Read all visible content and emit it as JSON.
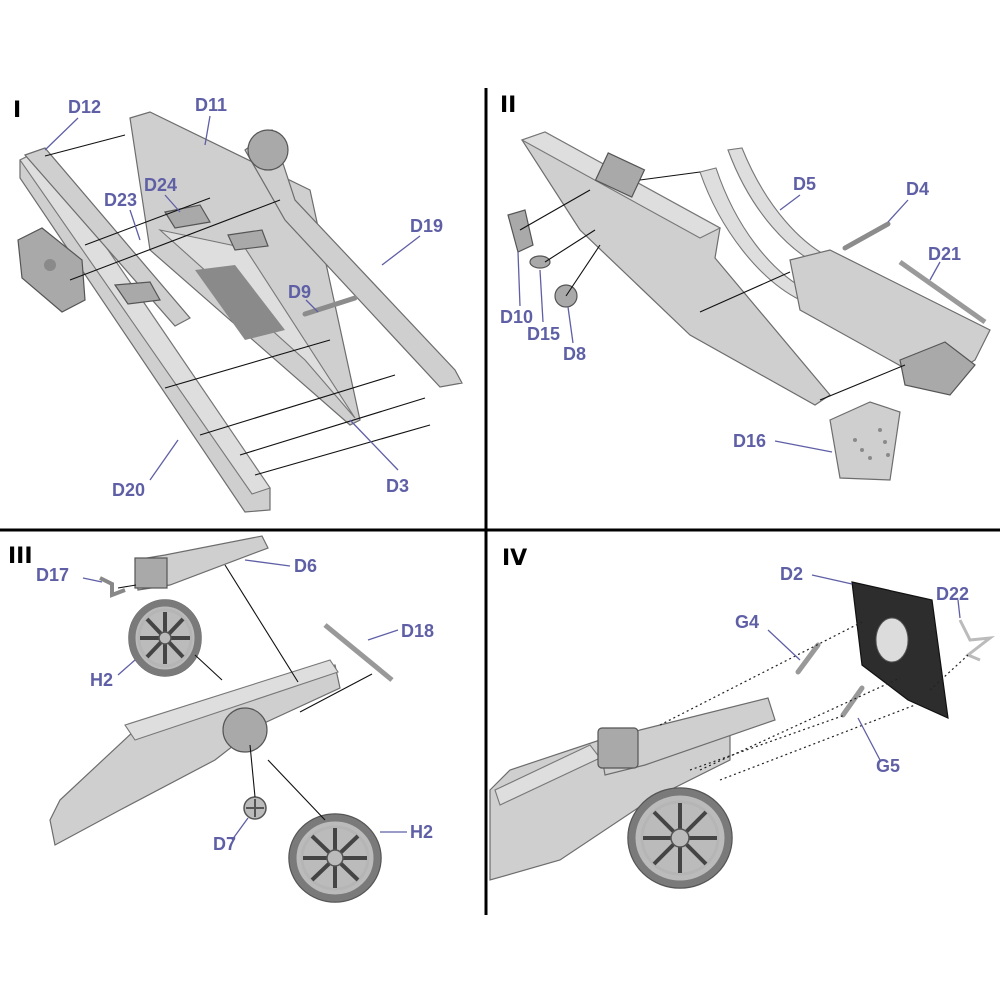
{
  "panels": [
    {
      "step": "I",
      "labels": [
        "D12",
        "D11",
        "D24",
        "D23",
        "D19",
        "D9",
        "D20",
        "D3"
      ]
    },
    {
      "step": "II",
      "labels": [
        "D5",
        "D4",
        "D21",
        "D10",
        "D15",
        "D8",
        "D16"
      ]
    },
    {
      "step": "III",
      "labels": [
        "D6",
        "D17",
        "D18",
        "H2",
        "D7",
        "H2"
      ]
    },
    {
      "step": "IV",
      "labels": [
        "D2",
        "D22",
        "G4",
        "G5"
      ]
    }
  ],
  "colors": {
    "label": "#5f5fa6",
    "divider": "#000000",
    "part": "#cfcfcf"
  }
}
